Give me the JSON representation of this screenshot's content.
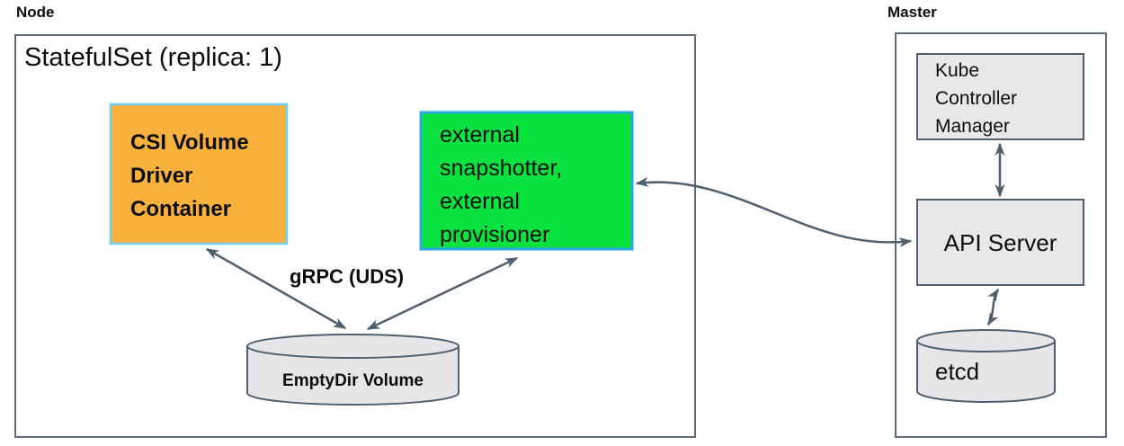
{
  "node": {
    "label": "Node",
    "statefulset_title": "StatefulSet (replica: 1)",
    "csi_box_label": "CSI Volume\nDriver\nContainer",
    "sidecar_box_label": "external\nsnapshotter,\nexternal\nprovisioner",
    "grpc_label": "gRPC (UDS)",
    "emptydir_label": "EmptyDir Volume"
  },
  "master": {
    "label": "Master",
    "kcm_box_label": "Kube\nController\nManager",
    "api_server_label": "API Server",
    "etcd_label": "etcd"
  },
  "connections": [
    "csi-driver <-> emptydir-volume (gRPC UDS)",
    "external-sidecars <-> emptydir-volume (gRPC UDS)",
    "external-sidecars <-> api-server",
    "kube-controller-manager <-> api-server",
    "api-server <-> etcd"
  ],
  "colors": {
    "csi_box_fill": "#f8b13d",
    "csi_box_border": "#6dcff6",
    "sidecar_box_fill": "#09e23f",
    "sidecar_box_border": "#29a9e1",
    "gray_box_fill": "#e8e8ea",
    "cylinder_fill": "#e6e6e8",
    "arrow": "#4e5f70"
  }
}
